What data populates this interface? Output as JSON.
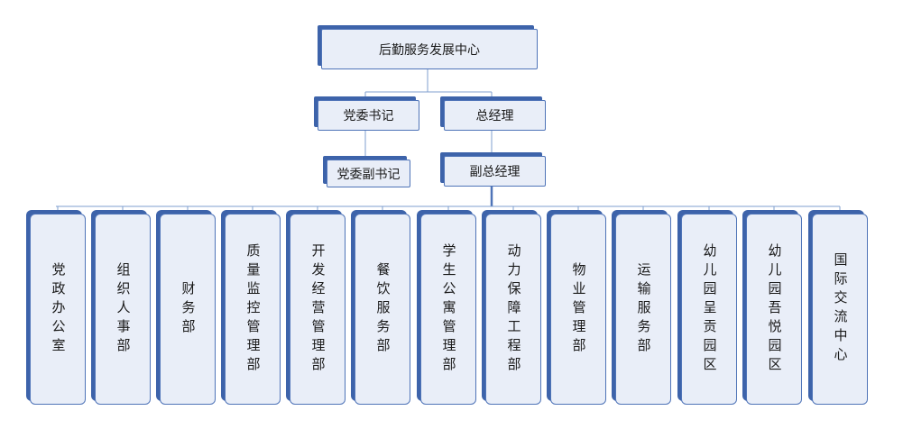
{
  "root": "后勤服务发展中心",
  "level2": {
    "left": "党委书记",
    "right": "总经理"
  },
  "level3": {
    "left": "党委副书记",
    "right": "副总经理"
  },
  "departments": [
    "党政办公室",
    "组织人事部",
    "财务部",
    "质量监控管理部",
    "开发经营管理部",
    "餐饮服务部",
    "学生公寓管理部",
    "动力保障工程部",
    "物业管理部",
    "运输服务部",
    "幼儿园呈贡园区",
    "幼儿园吾悦园区",
    "国际交流中心"
  ],
  "colors": {
    "box_fill": "#e9eef8",
    "box_border": "#4f74b8",
    "box_shadow": "#3d63aa",
    "connector": "#7f9fcf"
  }
}
